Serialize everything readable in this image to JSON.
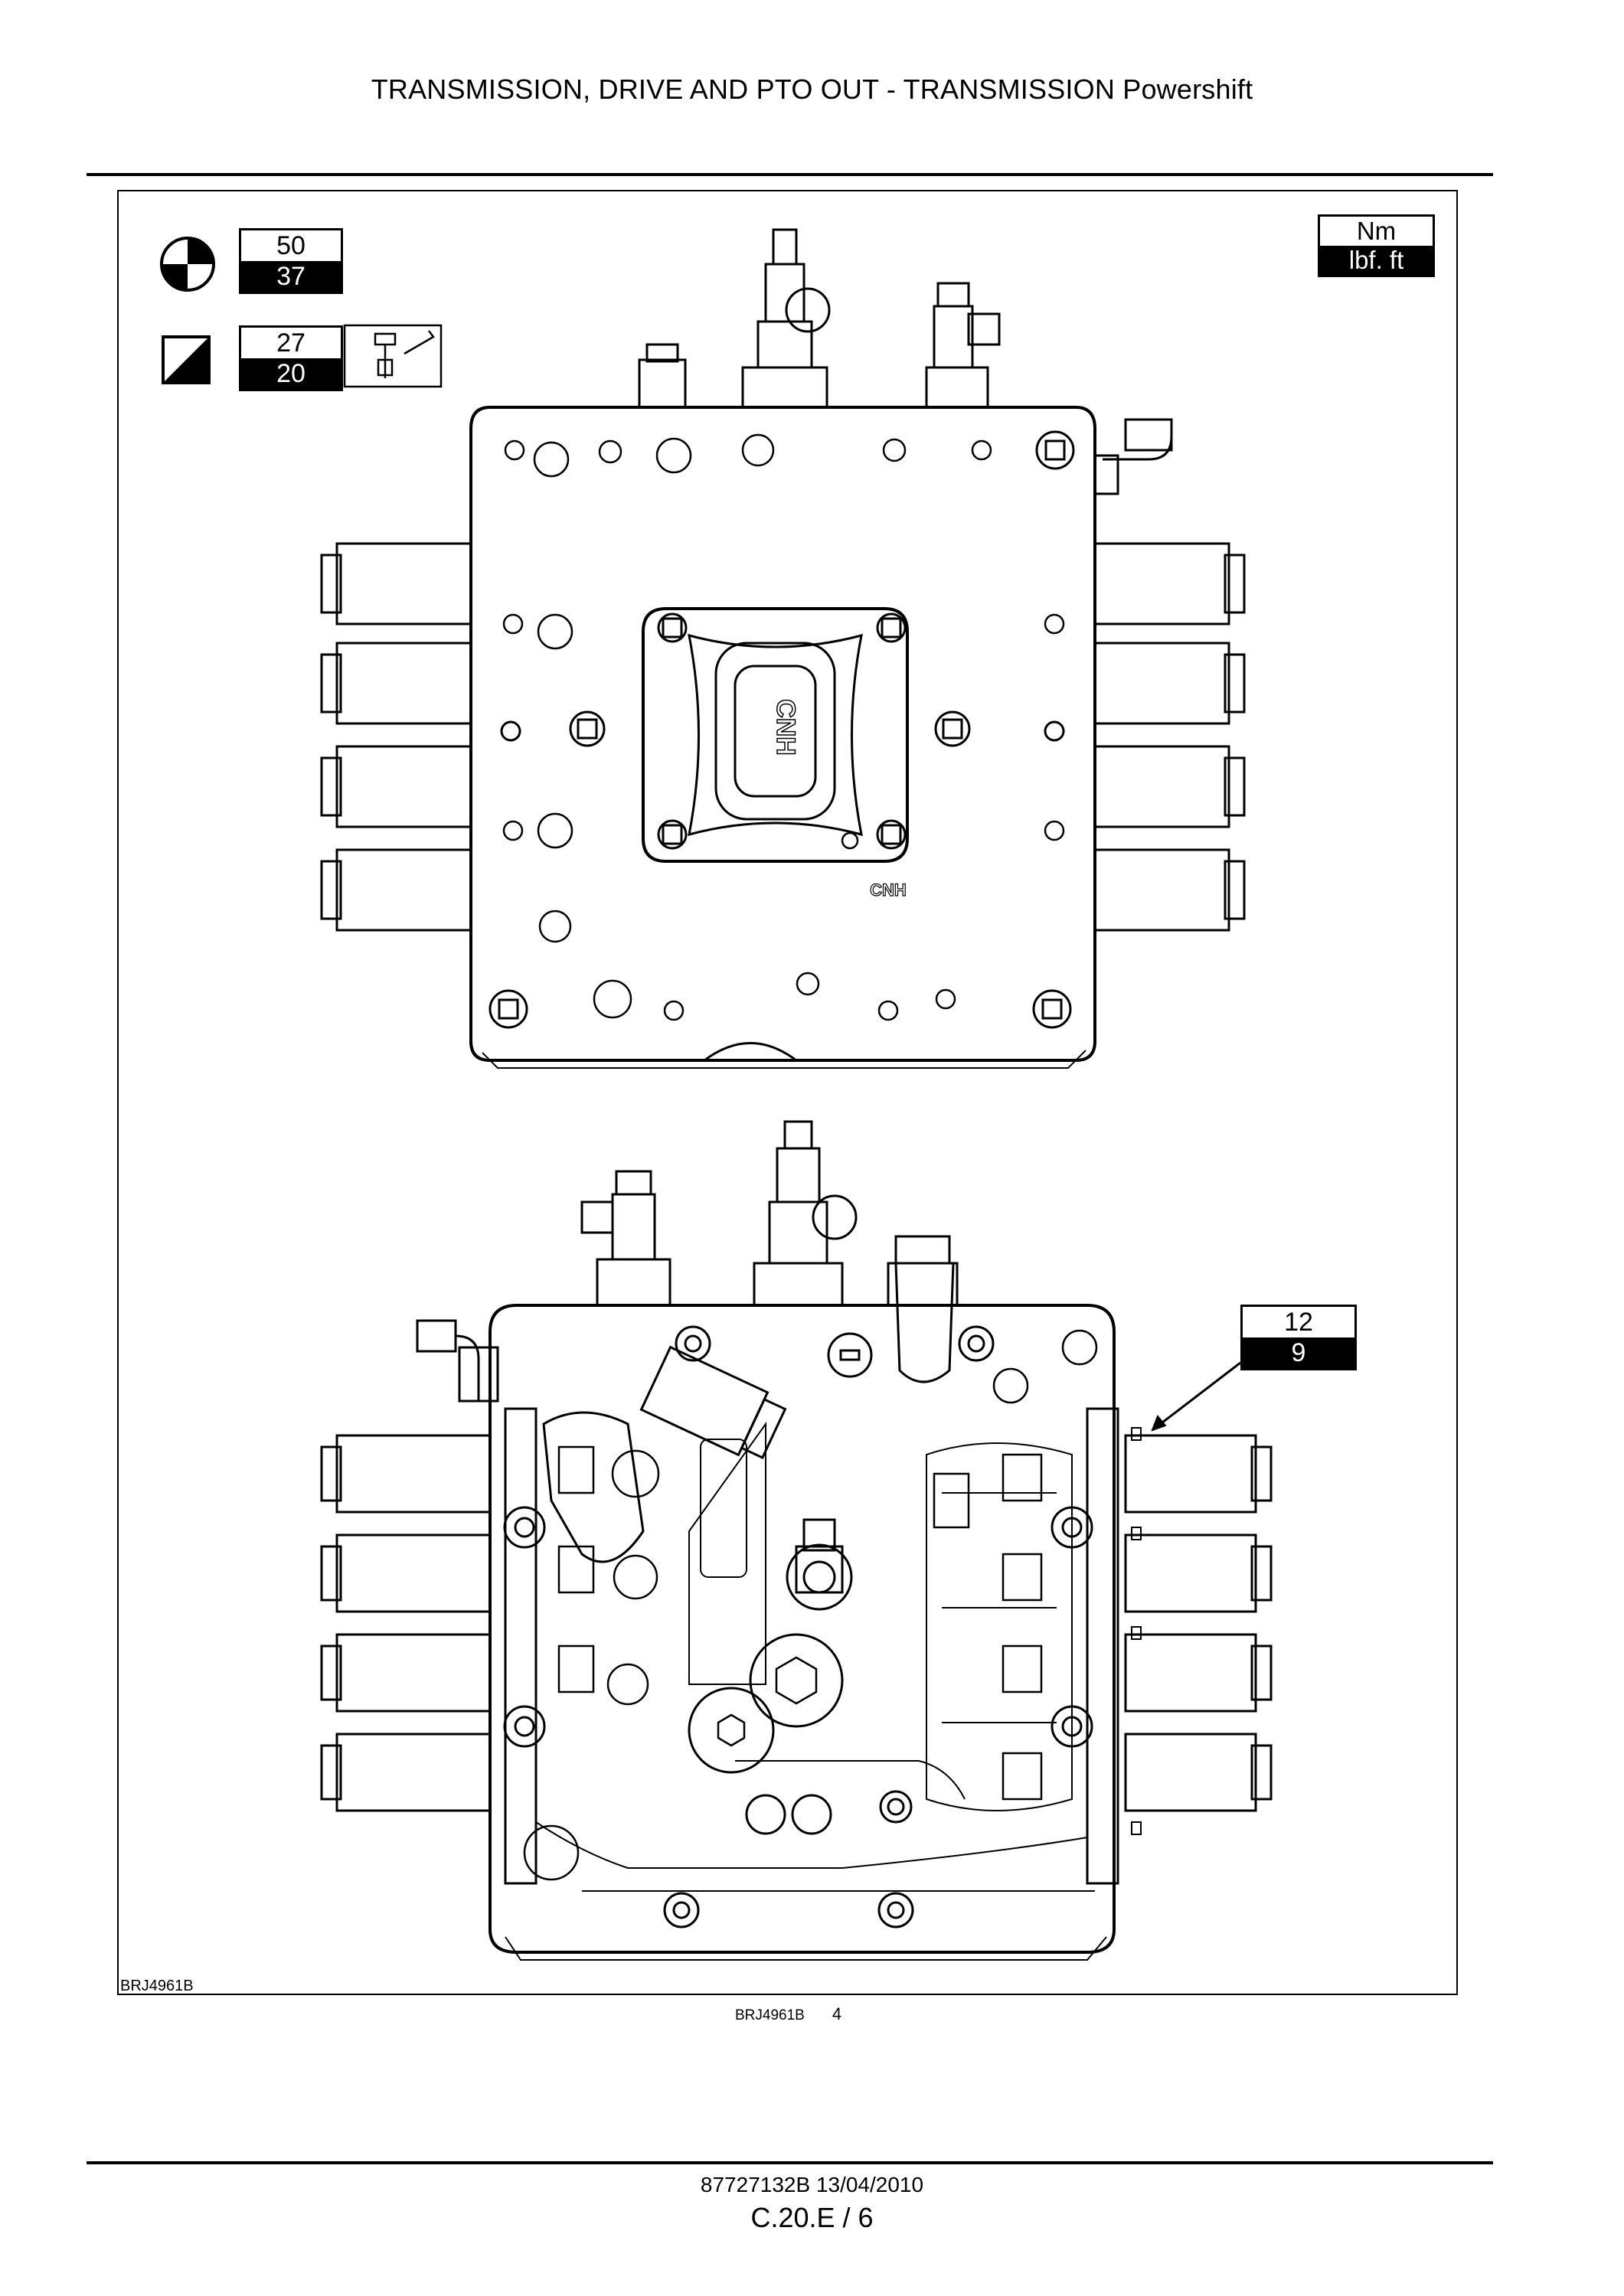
{
  "header": {
    "title": "TRANSMISSION, DRIVE AND PTO OUT - TRANSMISSION Powershift"
  },
  "figure": {
    "code_label": "BRJ4961B",
    "caption_code": "BRJ4961B",
    "caption_number": "4",
    "units": {
      "metric": "Nm",
      "imperial": "lbf. ft"
    },
    "torques": [
      {
        "nm": "50",
        "lbf": "37"
      },
      {
        "nm": "27",
        "lbf": "20"
      },
      {
        "nm": "12",
        "lbf": "9"
      }
    ],
    "embossed_text": [
      "CNH",
      "CNH"
    ]
  },
  "footer": {
    "doc_id": "87727132B 13/04/2010",
    "page": "C.20.E / 6"
  }
}
